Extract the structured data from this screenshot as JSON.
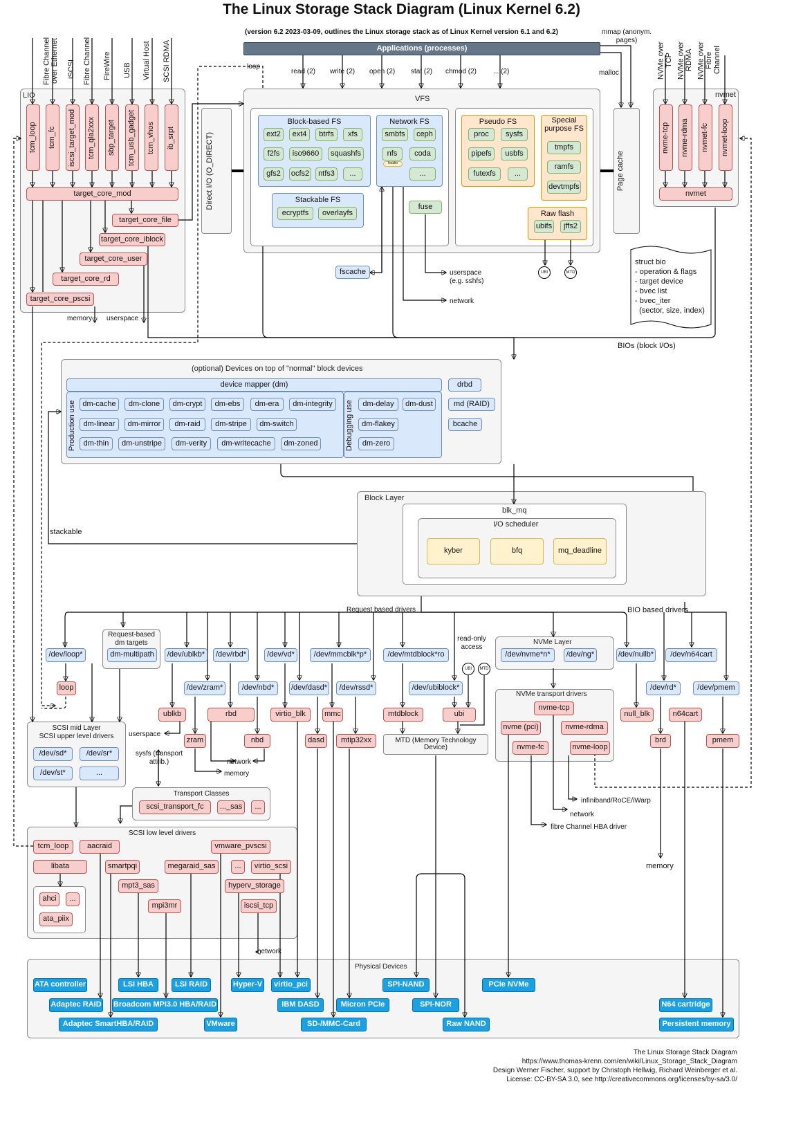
{
  "title": "The Linux Storage Stack Diagram (Linux Kernel 6.2)",
  "subtitle": "(version 6.2 2023-03-09, outlines the Linux storage stack as of Linux Kernel version 6.1 and 6.2)",
  "applications": "Applications (processes)",
  "syscalls": [
    "read (2)",
    "write (2)",
    "open (2)",
    "stat (2)",
    "chmod (2)",
    "... (2)"
  ],
  "mmap": "mmap (anonym. pages)",
  "malloc": "malloc",
  "loop_label": "loop",
  "vfs": "VFS",
  "direct_io": "Direct I/O (O_DIRECT)",
  "page_cache": "Page cache",
  "block_fs": {
    "title": "Block-based FS",
    "items": [
      "ext2",
      "ext4",
      "btrfs",
      "xfs",
      "f2fs",
      "iso9660",
      "squashfs",
      "gfs2",
      "ocfs2",
      "ntfs3",
      "..."
    ]
  },
  "network_fs": {
    "title": "Network FS",
    "items": [
      "smbfs",
      "ceph",
      "nfs",
      "coda",
      "..."
    ],
    "nfs_tag": "localio"
  },
  "stackable_fs": {
    "title": "Stackable FS",
    "items": [
      "ecryptfs",
      "overlayfs"
    ]
  },
  "fuse": "fuse",
  "pseudo_fs": {
    "title": "Pseudo FS",
    "items": [
      "proc",
      "sysfs",
      "pipefs",
      "usbfs",
      "futexfs",
      "..."
    ]
  },
  "special_fs": {
    "title": "Special purpose FS",
    "items": [
      "tmpfs",
      "ramfs",
      "devtmpfs"
    ]
  },
  "raw_flash": {
    "title": "Raw flash",
    "items": [
      "ubifs",
      "jffs2"
    ]
  },
  "ubi_small": "UBI",
  "mtd_small": "MTD",
  "fscache": "fscache",
  "userspace_sshfs": "userspace (e.g. sshfs)",
  "network": "network",
  "lio": {
    "title": "LIO",
    "transports": [
      "Fibre Channel over Ethernet",
      "iSCSI",
      "Fibre Channel",
      "FireWire",
      "USB",
      "Virtual Host",
      "SCSI RDMA"
    ],
    "modules": [
      "tcm_loop",
      "tcm_fc",
      "iscsi_target_mod",
      "tcm_qla2xxx",
      "sbp_target",
      "tcm_usb_gadget",
      "tcm_vhos",
      "ib_srpt"
    ],
    "core": "target_core_mod",
    "backends": [
      "target_core_file",
      "target_core_iblock",
      "target_core_user",
      "target_core_rd",
      "target_core_pscsi"
    ],
    "memory": "memory",
    "userspace": "userspace"
  },
  "nvmet": {
    "title": "nvmet",
    "transports": [
      "NVMe over TCP",
      "NVMe over RDMA",
      "NVMe over Fibre Channel"
    ],
    "modules": [
      "nvme-tcp",
      "nvme-rdma",
      "nvmet-fc",
      "nvmet-loop"
    ],
    "core": "nvmet"
  },
  "struct_bio": {
    "title": "struct bio",
    "lines": [
      "- operation & flags",
      "- target device",
      "- bvec list",
      "- bvec_iter",
      "  (sector, size, index)"
    ]
  },
  "bios": "BIOs (block I/Os)",
  "stacked": {
    "title": "(optional) Devices on top of \"normal\" block devices",
    "dm_title": "device mapper (dm)",
    "production_label": "Production use",
    "production": [
      "dm-cache",
      "dm-clone",
      "dm-crypt",
      "dm-ebs",
      "dm-era",
      "dm-integrity",
      "dm-linear",
      "dm-mirror",
      "dm-raid",
      "dm-stripe",
      "dm-switch",
      "dm-thin",
      "dm-unstripe",
      "dm-verity",
      "dm-writecache",
      "dm-zoned"
    ],
    "debugging_label": "Debugging use",
    "debugging": [
      "dm-delay",
      "dm-dust",
      "dm-flakey",
      "dm-zero"
    ],
    "others": [
      "drbd",
      "md (RAID)",
      "bcache"
    ]
  },
  "stackable": "stackable",
  "block_layer": {
    "title": "Block Layer",
    "blk_mq": "blk_mq",
    "io_scheduler": "I/O scheduler",
    "schedulers": [
      "kyber",
      "bfq",
      "mq_deadline"
    ]
  },
  "request_drivers": "Request based drivers",
  "bio_drivers": "BIO based drivers",
  "read_only_access": "read-only access",
  "dev_nodes": {
    "loop": "/dev/loop*",
    "ublkb": "/dev/ublkb*",
    "rbd": "/dev/rbd*",
    "vd": "/dev/vd*",
    "mmcblk": "/dev/mmcblk*p*",
    "mtdblock": "/dev/mtdblock*ro",
    "zram": "/dev/zram*",
    "nbd": "/dev/nbd*",
    "dasd": "/dev/dasd*",
    "rssd": "/dev/rssd*",
    "ubiblock": "/dev/ubiblock*",
    "nullb": "/dev/nullb*",
    "n64cart": "/dev/n64cart",
    "rd": "/dev/rd*",
    "pmem": "/dev/pmem",
    "nvme": "/dev/nvme*n*",
    "ng": "/dev/ng*"
  },
  "request_dm": {
    "title": "Request-based dm targets",
    "item": "dm-multipath"
  },
  "drivers": {
    "loop": "loop",
    "ublkb": "ublkb",
    "zram": "zram",
    "rbd": "rbd",
    "nbd": "nbd",
    "virtio_blk": "virtio_blk",
    "dasd": "dasd",
    "mmc": "mmc",
    "mtip32xx": "mtip32xx",
    "mtdblock": "mtdblock",
    "ubi": "ubi",
    "null_blk": "null_blk",
    "n64cart": "n64cart",
    "brd": "brd",
    "pmem": "pmem"
  },
  "nvme_layer": "NVMe Layer",
  "nvme_transport": {
    "title": "NVMe transport drivers",
    "items": [
      "nvme-tcp",
      "nvme (pci)",
      "nvme-rdma",
      "nvme-fc",
      "nvme-loop"
    ]
  },
  "mtd_box": "MTD (Memory Technology Device)",
  "scsi_mid": {
    "title": "SCSI mid Layer",
    "subtitle": "SCSI upper level drivers",
    "items": [
      "/dev/sd*",
      "/dev/sr*",
      "/dev/st*",
      "..."
    ]
  },
  "userspace2": "userspace",
  "network2": "network",
  "memory2": "memory",
  "sysfs": "sysfs (transport attrib.)",
  "transport_classes": {
    "title": "Transport Classes",
    "items": [
      "scsi_transport_fc",
      "..._sas",
      "..."
    ]
  },
  "infiniband": "infiniband/RoCE/iWarp",
  "network3": "network",
  "fibre_hba": "fibre Channel HBA driver",
  "memory3": "memory",
  "scsi_low": {
    "title": "SCSI low level drivers",
    "items": [
      "tcm_loop",
      "aacraid",
      "vmware_pvscsi",
      "libata",
      "smartpqi",
      "megaraid_sas",
      "...",
      "virtio_scsi",
      "mpt3_sas",
      "hyperv_storage",
      "mpi3mr",
      "iscsi_tcp"
    ],
    "ata": [
      "ahci",
      "...",
      "ata_piix"
    ]
  },
  "network4": "network",
  "physical": {
    "title": "Physical Devices",
    "items": [
      "ATA controller",
      "Adaptec RAID",
      "Adaptec SmartHBA/RAID",
      "LSI HBA",
      "Broadcom MPI3.0 HBA/RAID",
      "LSI RAID",
      "Hyper-V",
      "VMware",
      "virtio_pci",
      "IBM DASD",
      "SD-/MMC-Card",
      "Micron PCIe",
      "SPI-NAND",
      "SPI-NOR",
      "Raw NAND",
      "PCIe NVMe",
      "N64 cartridge",
      "Persistent memory"
    ]
  },
  "credits": [
    "The Linux Storage Stack Diagram",
    "https://www.thomas-krenn.com/en/wiki/Linux_Storage_Stack_Diagram",
    "Design Werner Fischer, support by Christoph Hellwig, Richard Weinberger et al.",
    "License: CC-BY-SA 3.0, see http://creativecommons.org/licenses/by-sa/3.0/"
  ]
}
